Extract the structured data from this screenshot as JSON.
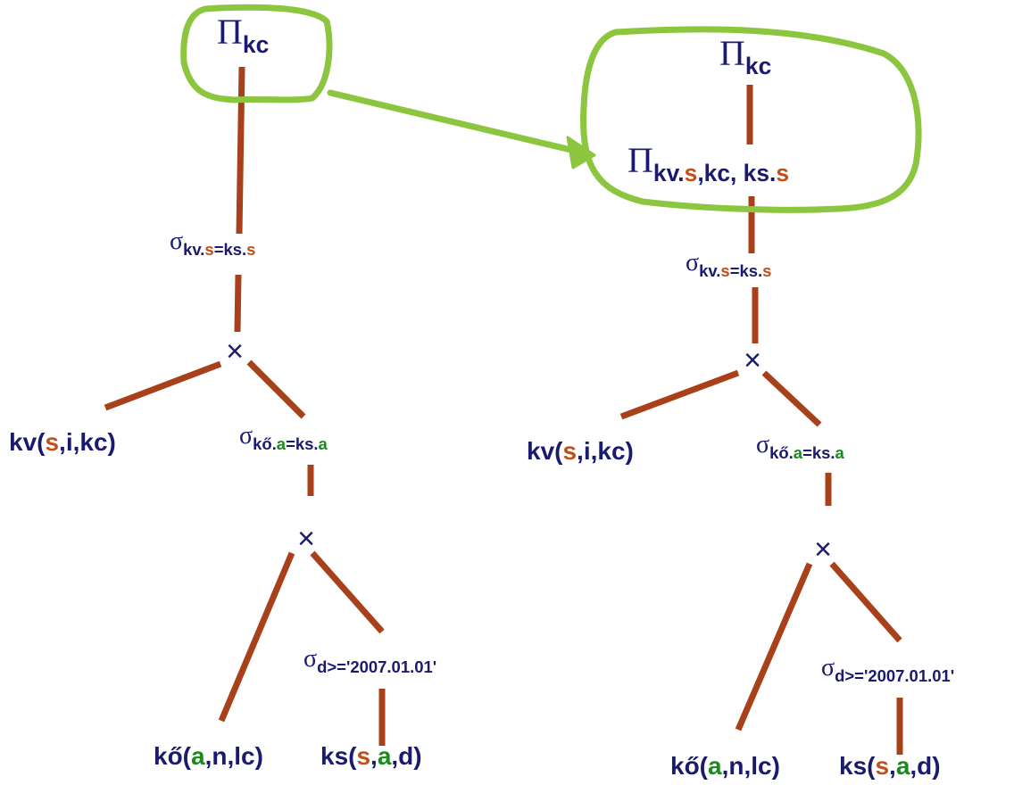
{
  "colors": {
    "text": "#1a1a6e",
    "edge": "#a8401a",
    "highlight": "#8cc63f",
    "attr_red": "#c0501a",
    "attr_green": "#1d8a1d"
  },
  "symbols": {
    "pi": "Π",
    "sigma": "σ",
    "cross": "×"
  },
  "left_tree": {
    "projection": {
      "sub": "kc"
    },
    "selection_join": {
      "sub_parts": [
        "kv.",
        "s",
        "=ks.",
        "s"
      ]
    },
    "cross1": "×",
    "leaf_kv": {
      "parts": [
        "kv(",
        "s",
        ",i,kc)"
      ]
    },
    "selection_ko": {
      "sub_parts": [
        "kő.",
        "a",
        "=ks.",
        "a"
      ]
    },
    "cross2": "×",
    "leaf_ko": {
      "parts": [
        "kő(",
        "a",
        ",n,lc)"
      ]
    },
    "selection_date": {
      "sub": "d>='2007.01.01'"
    },
    "leaf_ks": {
      "parts": [
        "ks(",
        "s",
        ",",
        "a",
        ",d)"
      ]
    }
  },
  "right_tree": {
    "projection_top": {
      "sub": "kc"
    },
    "projection_inner": {
      "sub_parts": [
        "kv.",
        "s",
        ",kc, ks.",
        "s"
      ]
    },
    "selection_join": {
      "sub_parts": [
        "kv.",
        "s",
        "=ks.",
        "s"
      ]
    },
    "cross1": "×",
    "leaf_kv": {
      "parts": [
        "kv(",
        "s",
        ",i,kc)"
      ]
    },
    "selection_ko": {
      "sub_parts": [
        "kő.",
        "a",
        "=ks.",
        "a"
      ]
    },
    "cross2": "×",
    "leaf_ko": {
      "parts": [
        "kő(",
        "a",
        ",n,lc)"
      ]
    },
    "selection_date": {
      "sub": "d>='2007.01.01'"
    },
    "leaf_ks": {
      "parts": [
        "ks(",
        "s",
        ",",
        "a",
        ",d)"
      ]
    }
  }
}
